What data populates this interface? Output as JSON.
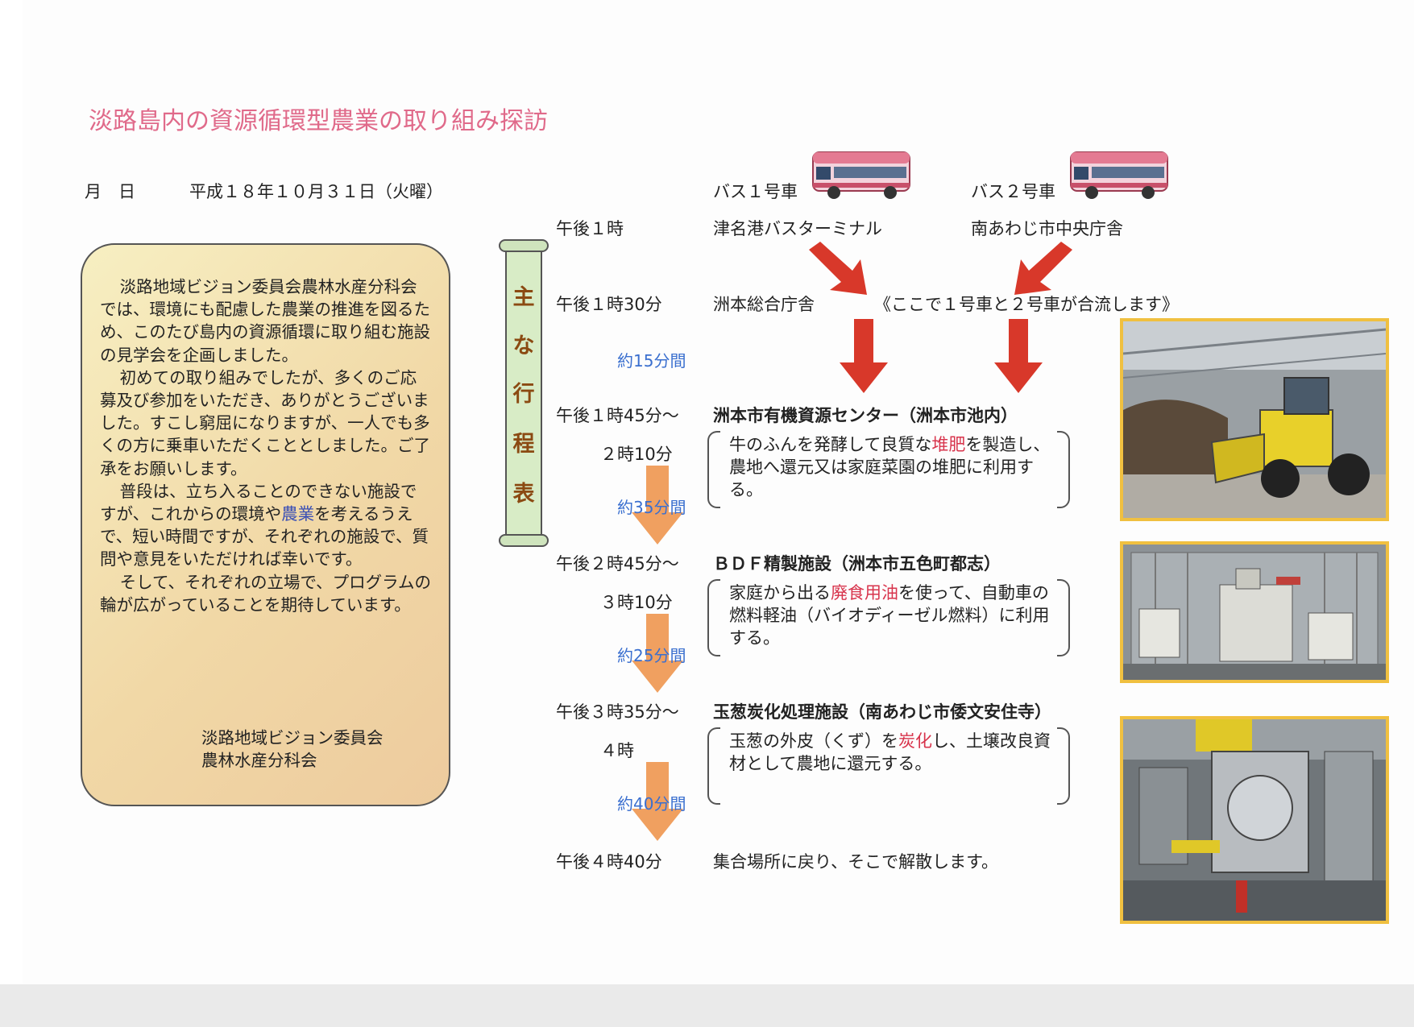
{
  "title": "淡路島内の資源循環型農業の取り組み探訪",
  "date": {
    "label": "月　日",
    "value": "平成１８年１０月３１日（火曜）"
  },
  "intro": {
    "paragraphs": [
      "淡路地域ビジョン委員会農林水産分科会では、環境にも配慮した農業の推進を図るため、このたび島内の資源循環に取り組む施設の見学会を企画しました。",
      "初めての取り組みでしたが、多くのご応募及び参加をいただき、ありがとうございました。すこし窮屈になりますが、一人でも多くの方に乗車いただくこととしました。ご了承をお願いします。",
      "そして、それぞれの立場で、プログラムの輪が広がっていることを期待しています。"
    ],
    "p3_pre": "普段は、立ち入ることのできない施設ですが、これからの環境や",
    "p3_hl": "農業",
    "p3_post": "を考えるうえで、短い時間ですが、それぞれの施設で、質問や意見をいただければ幸いです。",
    "sign_line1": "淡路地域ビジョン委員会",
    "sign_line2": "農林水産分科会"
  },
  "scroll": {
    "chars": [
      "主",
      "な",
      "行",
      "程",
      "表"
    ]
  },
  "buses": {
    "bus1": "バス１号車",
    "bus2": "バス２号車"
  },
  "schedule": {
    "t1": "午後１時",
    "start1": "津名港バスターミナル",
    "start2": "南あわじ市中央庁舎",
    "t2": "午後１時30分",
    "place2": "洲本総合庁舎",
    "merge_note": "《ここで１号車と２号車が合流します》",
    "d1": "約15分間",
    "t3": "午後１時45分～",
    "t3_end": "２時10分",
    "place3": "洲本市有機資源センター（洲本市池内）",
    "desc3_pre": "牛のふんを発酵して良質な",
    "desc3_hl": "堆肥",
    "desc3_post": "を製造し、農地へ還元又は家庭菜園の堆肥に利用する。",
    "d2": "約35分間",
    "t4": "午後２時45分～",
    "t4_end": "３時10分",
    "place4": "ＢＤＦ精製施設（洲本市五色町都志）",
    "desc4_pre": "家庭から出る",
    "desc4_hl": "廃食用油",
    "desc4_post": "を使って、自動車の燃料軽油（バイオディーゼル燃料）に利用する。",
    "d3": "約25分間",
    "t5": "午後３時35分～",
    "t5_end": "４時",
    "place5": "玉葱炭化処理施設（南あわじ市倭文安住寺）",
    "desc5_pre": "玉葱の外皮（くず）を",
    "desc5_hl": "炭化",
    "desc5_post": "し、土壌改良資材として農地に還元する。",
    "d4": "約40分間",
    "t6": "午後４時40分",
    "place6": "集合場所に戻り、そこで解散します。"
  },
  "colors": {
    "title": "#e06a8a",
    "arrow_red": "#d8382a",
    "arrow_orange": "#f0a060",
    "duration": "#3a6fcf",
    "frame": "#f0c040"
  },
  "icons": [
    "bus-icon",
    "diagonal-arrow-icon",
    "down-arrow-icon"
  ]
}
